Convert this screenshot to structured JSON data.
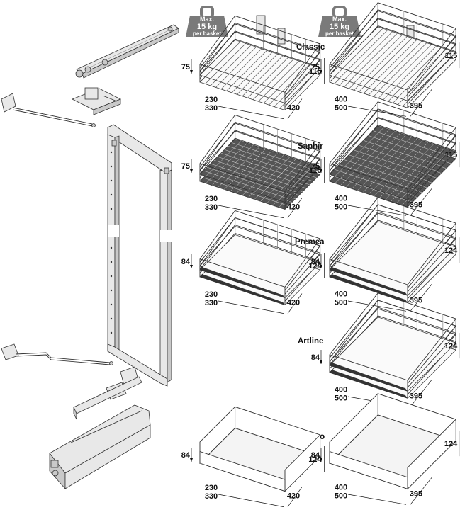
{
  "badges": [
    {
      "line1": "Max.",
      "line2": "15 kg",
      "line3": "per basket"
    },
    {
      "line1": "Max.",
      "line2": "15 kg",
      "line3": "per basket"
    }
  ],
  "baskets": [
    {
      "name": "Classic",
      "left": {
        "h1": "75",
        "h2": "115",
        "d1": "230",
        "d2": "330",
        "w": "420"
      },
      "right": {
        "h1": "75",
        "h2": "115",
        "d1": "400",
        "d2": "500",
        "w": "395"
      }
    },
    {
      "name": "Saphir",
      "left": {
        "h1": "75",
        "h2": "115",
        "d1": "230",
        "d2": "330",
        "w": "420"
      },
      "right": {
        "h1": "75",
        "h2": "115",
        "d1": "400",
        "d2": "500",
        "w": "395"
      }
    },
    {
      "name": "Premea",
      "left": {
        "h1": "84",
        "h2": "124",
        "d1": "230",
        "d2": "330",
        "w": "420"
      },
      "right": {
        "h1": "84",
        "h2": "124",
        "d1": "400",
        "d2": "500",
        "w": "395"
      }
    },
    {
      "name": "Artline",
      "right": {
        "h1": "84",
        "h2": "124",
        "d1": "400",
        "d2": "500",
        "w": "395"
      }
    },
    {
      "name": "Planero",
      "left": {
        "h1": "84",
        "h2": "124",
        "d1": "230",
        "d2": "330",
        "w": "420"
      },
      "right": {
        "h1": "84",
        "h2": "124",
        "d1": "400",
        "d2": "500",
        "w": "395"
      }
    }
  ]
}
